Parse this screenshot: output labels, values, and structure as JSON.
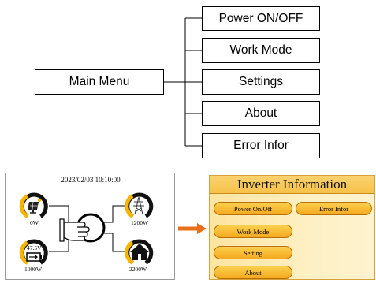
{
  "menu": {
    "root": "Main Menu",
    "items": [
      "Power ON/OFF",
      "Work Mode",
      "Settings",
      "About",
      "Error Infor"
    ]
  },
  "screen1": {
    "datetime": "2023/02/03 10:10:00",
    "pv_value": "0W",
    "grid_value": "1200W",
    "battery_voltage": "47.5V",
    "battery_value": "1000W",
    "load_value": "2200W",
    "icons": [
      "solar-panel-icon",
      "power-tower-icon",
      "battery-icon",
      "house-icon",
      "hand-pointer-icon"
    ],
    "accent_color": "#f7b500"
  },
  "arrow_color": "#e8701a",
  "screen2": {
    "title": "Inverter Information",
    "buttons": [
      "Power On/Off",
      "Error Infor",
      "Work Mode",
      "Setting",
      "About"
    ]
  }
}
